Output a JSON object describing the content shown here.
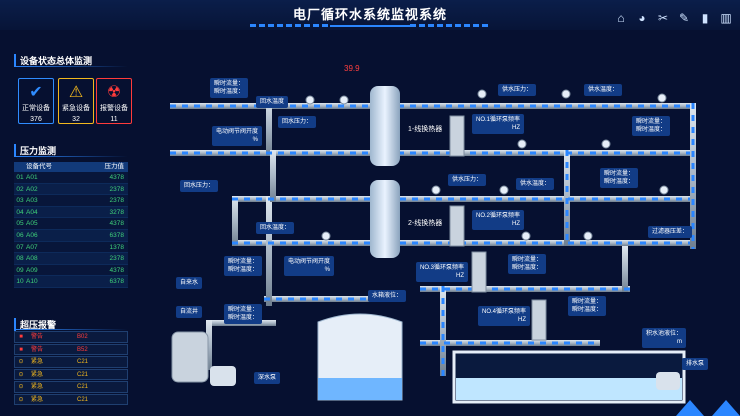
{
  "header": {
    "title": "电厂循环水系统监视系统",
    "icons": [
      "home-icon",
      "pie-chart-icon",
      "tools-icon",
      "wrench-icon",
      "gauge-icon",
      "bar-chart-icon"
    ]
  },
  "device_status": {
    "title": "设备状态总体监测",
    "items": [
      {
        "label": "正常设备",
        "count": "376",
        "color": "#2f8cff"
      },
      {
        "label": "紧急设备",
        "count": "32",
        "color": "#f2b81e"
      },
      {
        "label": "报警设备",
        "count": "11",
        "color": "#ff3b3b"
      }
    ]
  },
  "pressure": {
    "title": "压力监测",
    "columns": [
      "设备代号",
      "压力值"
    ],
    "rows": [
      {
        "idx": "01",
        "code": "A01",
        "value": "4378"
      },
      {
        "idx": "02",
        "code": "A02",
        "value": "2378"
      },
      {
        "idx": "03",
        "code": "A03",
        "value": "2378"
      },
      {
        "idx": "04",
        "code": "A04",
        "value": "3278"
      },
      {
        "idx": "05",
        "code": "A05",
        "value": "4378"
      },
      {
        "idx": "06",
        "code": "A06",
        "value": "6378"
      },
      {
        "idx": "07",
        "code": "A07",
        "value": "1378"
      },
      {
        "idx": "08",
        "code": "A08",
        "value": "2378"
      },
      {
        "idx": "09",
        "code": "A09",
        "value": "4378"
      },
      {
        "idx": "10",
        "code": "A10",
        "value": "6378"
      }
    ]
  },
  "alarms": {
    "title": "超压报警",
    "rows": [
      {
        "type": "警告",
        "code": "B02",
        "level": "red"
      },
      {
        "type": "警告",
        "code": "B52",
        "level": "red"
      },
      {
        "type": "紧急",
        "code": "C21",
        "level": "yellow"
      },
      {
        "type": "紧急",
        "code": "C21",
        "level": "yellow"
      },
      {
        "type": "紧急",
        "code": "C21",
        "level": "yellow"
      },
      {
        "type": "紧急",
        "code": "C21",
        "level": "yellow"
      }
    ]
  },
  "process": {
    "top_value": "39.9",
    "flow1_a": "瞬时流量：",
    "flow1_b": "瞬时温度：",
    "return_temp_1": "回水温度",
    "return_pressure_1": "回水压力：",
    "valve_open_1": "电动阀节阀开度",
    "valve_unit": "%",
    "exchanger_1": "1-线换热器",
    "pump1": "NO.1循环泵频率",
    "pump2": "NO.2循环泵频率",
    "pump3": "NO.3循环泵频率",
    "pump4": "NO.4循环泵频率",
    "hz": "HZ",
    "supply_pressure": "供水压力：",
    "supply_temp": "供水温度：",
    "return_pressure_2": "回水压力：",
    "return_temp_2": "回水温度：",
    "exchanger_2": "2-线换热器",
    "filter_pressure": "过滤器压差：",
    "tap_water": "自来水",
    "well": "自流井",
    "deep_pump": "深水泵",
    "tank_level": "水箱液位：",
    "pool_level": "积水池液位：",
    "pool_unit": "m",
    "drain_pump": "排水泵"
  }
}
